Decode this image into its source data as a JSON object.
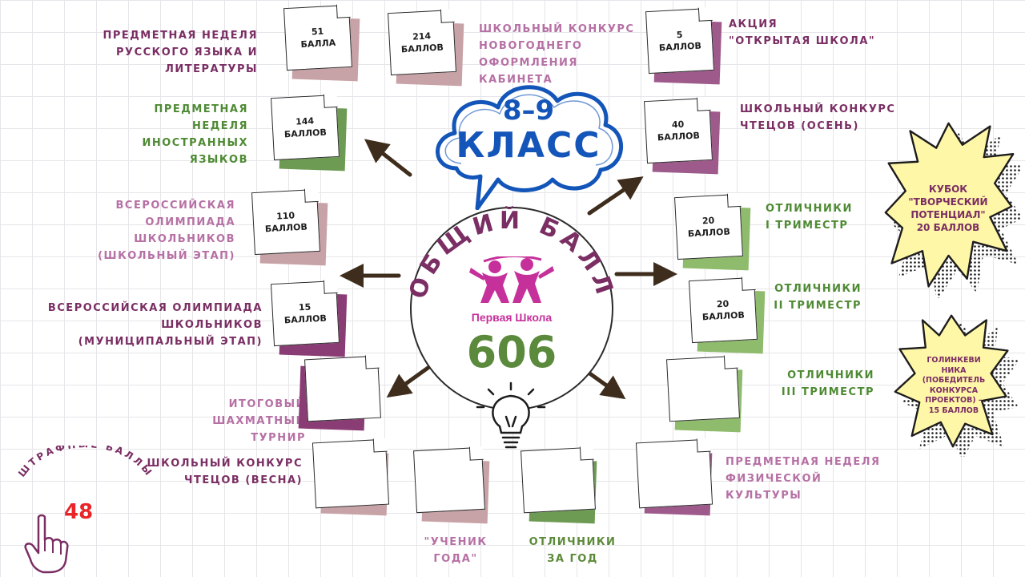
{
  "center": {
    "title_line1": "8–9",
    "title_line2": "КЛАСС",
    "arc_label": "ОБЩИЙ БАЛЛ",
    "school_name": "Первая Школа",
    "total": "606"
  },
  "notes": [
    {
      "label": "ПРЕДМЕТНАЯ НЕДЕЛЯ\nРУССКОГО ЯЗЫКА И\nЛИТЕРАТУРЫ",
      "value": "51",
      "unit": "БАЛЛА"
    },
    {
      "label": "ШКОЛЬНЫЙ      КОНКУРС\nНОВОГОДНЕГО\nОФОРМЛЕНИЯ КАБИНЕТА",
      "value": "214",
      "unit": "БАЛЛОВ"
    },
    {
      "label": "АКЦИЯ\n\"ОТКРЫТАЯ ШКОЛА\"",
      "value": "5",
      "unit": "БАЛЛОВ"
    },
    {
      "label": "ПРЕДМЕТНАЯ\nНЕДЕЛЯ\nИНОСТРАННЫХ\nЯЗЫКОВ",
      "value": "144",
      "unit": "БАЛЛОВ"
    },
    {
      "label": "ШКОЛЬНЫЙ КОНКУРС\nЧТЕЦОВ  (ОСЕНЬ)",
      "value": "40",
      "unit": "БАЛЛОВ"
    },
    {
      "label": "ВСЕРОССИЙСКАЯ\nОЛИМПИАДА\nШКОЛЬНИКОВ\n(ШКОЛЬНЫЙ ЭТАП)",
      "value": "110",
      "unit": "БАЛЛОВ"
    },
    {
      "label": "ОТЛИЧНИКИ\nI ТРИМЕСТР",
      "value": "20",
      "unit": "БАЛЛОВ"
    },
    {
      "label": "ВСЕРОССИЙСКАЯ ОЛИМПИАДА\nШКОЛЬНИКОВ\n(МУНИЦИПАЛЬНЫЙ ЭТАП)",
      "value": "15",
      "unit": "БАЛЛОВ"
    },
    {
      "label": "ОТЛИЧНИКИ\nII ТРИМЕСТР",
      "value": "20",
      "unit": "БАЛЛОВ"
    },
    {
      "label": "ИТОГОВЫЙ\nШАХМАТНЫЙ ТУРНИР",
      "value": "",
      "unit": ""
    },
    {
      "label": "ОТЛИЧНИКИ\nIII ТРИМЕСТР",
      "value": "",
      "unit": ""
    },
    {
      "label": "ШКОЛЬНЫЙ КОНКУРС\nЧТЕЦОВ  (ВЕСНА)",
      "value": "",
      "unit": ""
    },
    {
      "label": "\"УЧЕНИК\nГОДА\"",
      "value": "",
      "unit": ""
    },
    {
      "label": "ОТЛИЧНИКИ\nЗА ГОД",
      "value": "",
      "unit": ""
    },
    {
      "label": "ПРЕДМЕТНАЯ НЕДЕЛЯ\nФИЗИЧЕСКОЙ КУЛЬТУРЫ",
      "value": "",
      "unit": ""
    }
  ],
  "bursts": [
    {
      "text": "КУБОК\n\"ТВОРЧЕСКИЙ\nПОТЕНЦИАЛ\"\n20 БАЛЛОВ"
    },
    {
      "text": "ГОЛИНКЕВИ\nНИКА\n(ПОБЕДИТЕЛЬ\nКОНКУРСА\nПРОЕКТОВ) –\n15 БАЛЛОВ"
    }
  ],
  "penalty": {
    "label": "ШТРАФНЫЕ БАЛЛЫ",
    "value": "48"
  },
  "colors": {
    "purple": "#7a2e63",
    "pink": "#b670a4",
    "green": "#4e8a33",
    "total_green": "#5b8a3c",
    "cloud_blue": "#1355b8",
    "logo_magenta": "#c6309a",
    "arrow_brown": "#3e2d1c",
    "burst_yellow": "#fff7a8",
    "penalty_red": "#e8262a"
  },
  "icons": [
    "pointing-hand-icon",
    "light-bulb-icon",
    "school-logo-icon",
    "arrow-icon"
  ]
}
